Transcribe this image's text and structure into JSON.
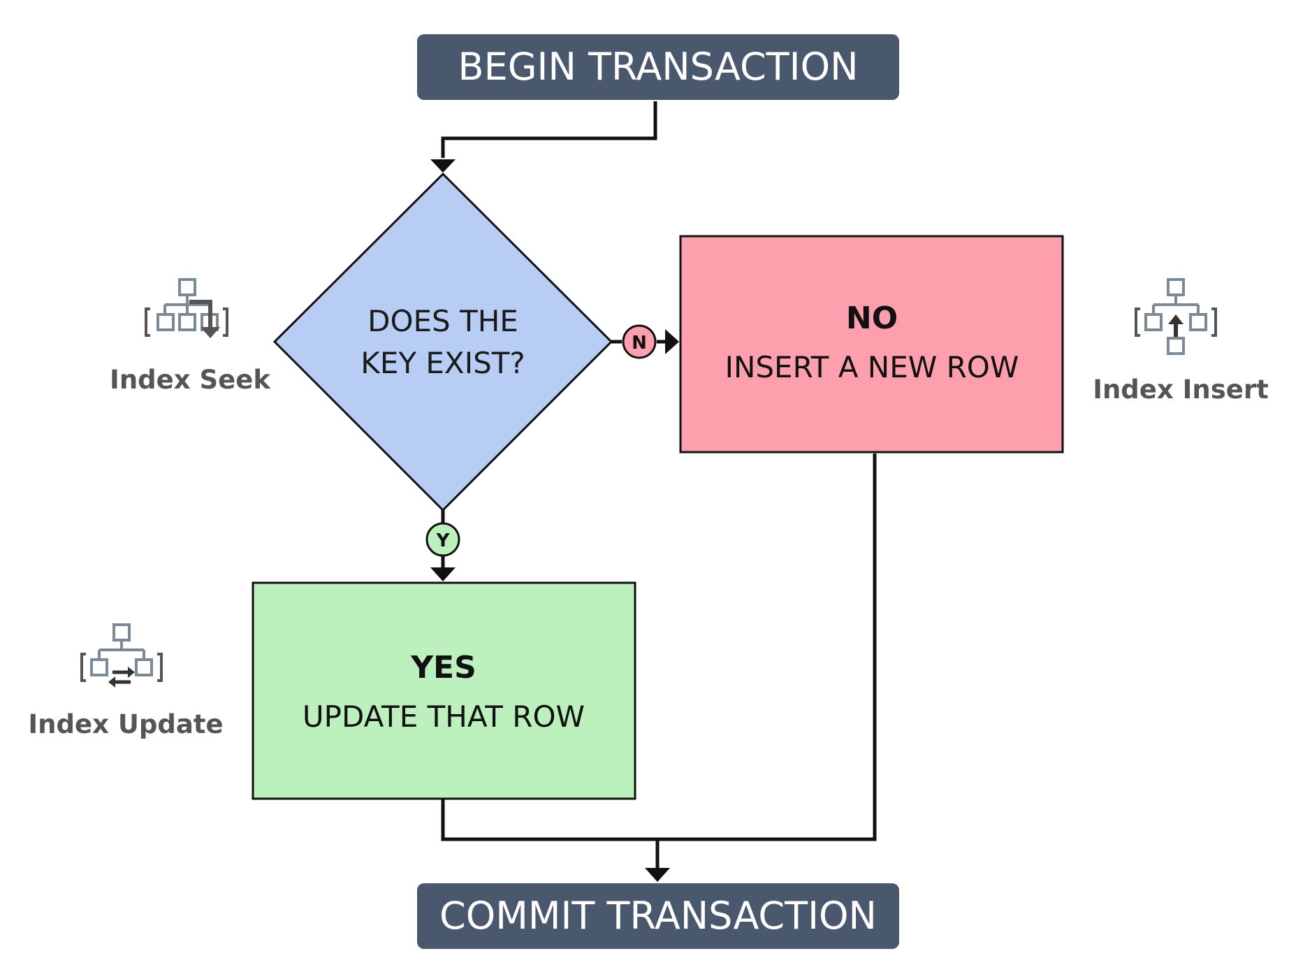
{
  "begin": {
    "label": "BEGIN TRANSACTION"
  },
  "commit": {
    "label": "COMMIT TRANSACTION"
  },
  "decision": {
    "line1": "DOES THE",
    "line2": "KEY EXIST?"
  },
  "no_branch": {
    "marker": "N",
    "title": "NO",
    "text": "INSERT A NEW ROW"
  },
  "yes_branch": {
    "marker": "Y",
    "title": "YES",
    "text": "UPDATE THAT ROW"
  },
  "icons": {
    "seek": {
      "label": "Index Seek",
      "icon": "index-seek-icon"
    },
    "insert": {
      "label": "Index Insert",
      "icon": "index-insert-icon"
    },
    "update": {
      "label": "Index Update",
      "icon": "index-update-icon"
    }
  },
  "colors": {
    "terminal": "#4a586e",
    "decision": "#b8cdf4",
    "no_box": "#fe9fae",
    "yes_box": "#bcf1bd",
    "no_marker": "#fe9fae",
    "yes_marker": "#bcf1bd",
    "icon_gray": "#7a8a99",
    "icon_dark": "#555555"
  }
}
